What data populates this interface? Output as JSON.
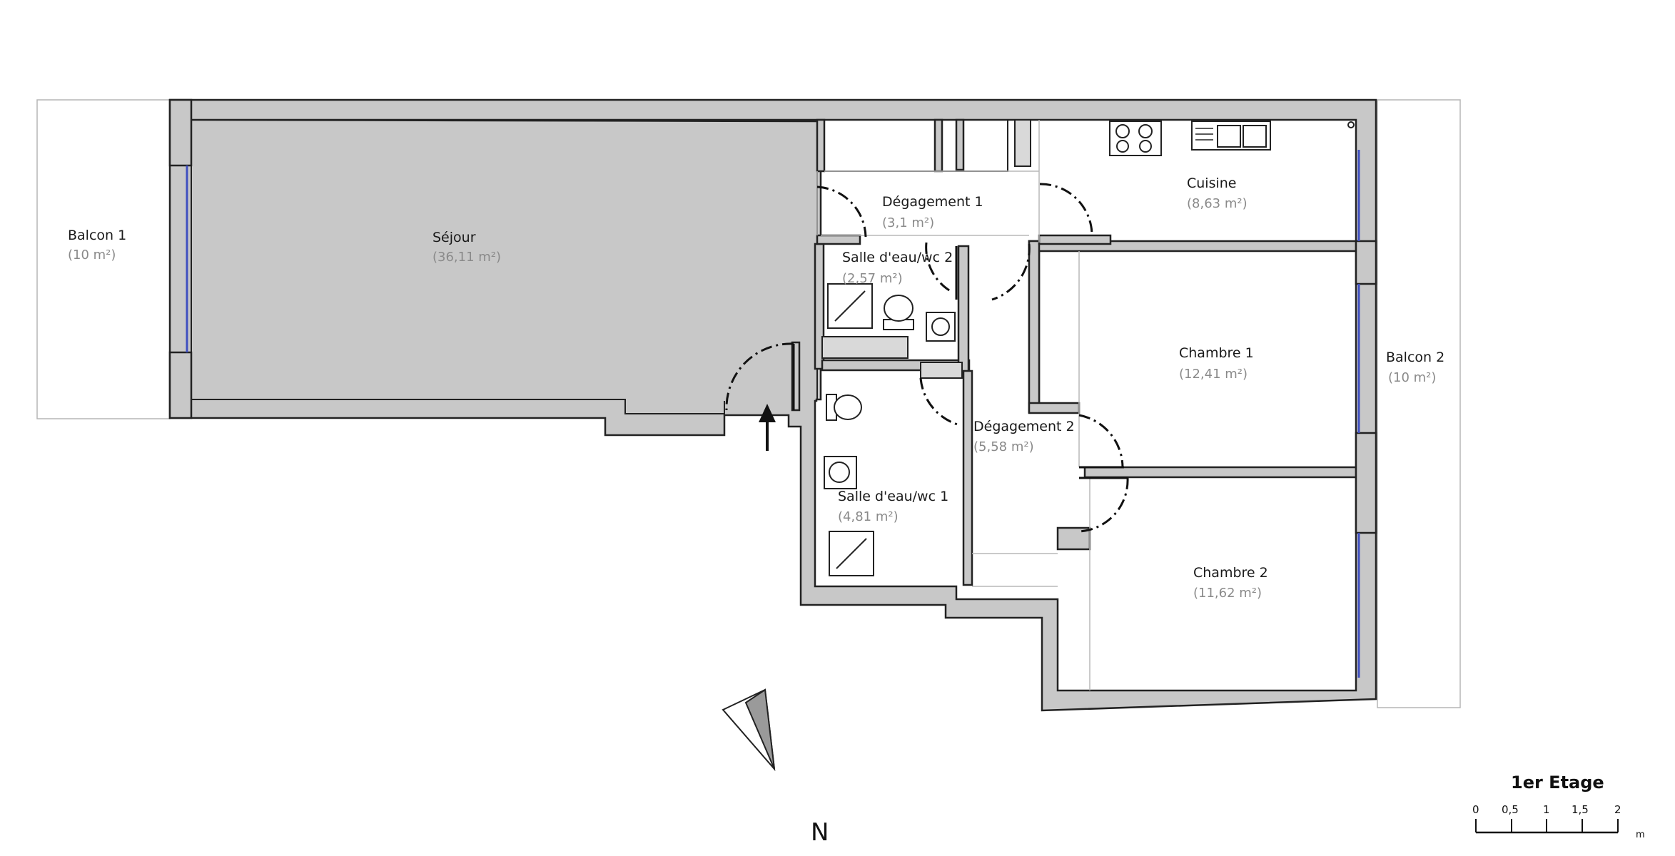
{
  "rooms": {
    "balcon1": {
      "name": "Balcon 1",
      "area": "(10 m²)"
    },
    "sejour": {
      "name": "Séjour",
      "area": "(36,11 m²)"
    },
    "degagement1": {
      "name": "Dégagement 1",
      "area": "(3,1 m²)"
    },
    "cuisine": {
      "name": "Cuisine",
      "area": "(8,63 m²)"
    },
    "sde2": {
      "name": "Salle d'eau/wc 2",
      "area": "(2,57 m²)"
    },
    "chambre1": {
      "name": "Chambre 1",
      "area": "(12,41 m²)"
    },
    "balcon2": {
      "name": "Balcon 2",
      "area": "(10 m²)"
    },
    "degagement2": {
      "name": "Dégagement 2",
      "area": "(5,58 m²)"
    },
    "sde1": {
      "name": "Salle d'eau/wc 1",
      "area": "(4,81 m²)"
    },
    "chambre2": {
      "name": "Chambre 2",
      "area": "(11,62 m²)"
    }
  },
  "floor_label": "1er Etage",
  "north_label": "N",
  "scale": {
    "ticks": [
      "0",
      "0,5",
      "1",
      "1,5",
      "2"
    ],
    "unit": "m"
  },
  "colors": {
    "wall_fill": "#c8c8c8",
    "wall_outline": "#222222",
    "window": "#3f4fc0",
    "area_text": "#8a8a8a"
  }
}
